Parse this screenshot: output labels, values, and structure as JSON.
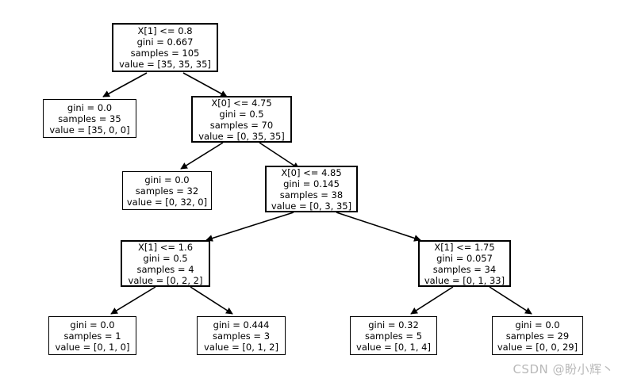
{
  "figure": {
    "type": "decision-tree",
    "title": "",
    "background": "#ffffff",
    "node_border_color": "#000000",
    "edge_color": "#000000"
  },
  "watermark": {
    "text": "CSDN @盼小辉丶",
    "color": "#b9b9b9"
  },
  "chart_data": {
    "type": "tree",
    "criterion": "gini",
    "n_classes": 3,
    "root_samples": 105,
    "nodes": [
      {
        "id": "n0",
        "kind": "internal",
        "depth": 0,
        "condition": "X[1] <= 0.8",
        "gini": "gini = 0.667",
        "samples": "samples = 105",
        "value": "value = [35, 35, 35]",
        "gini_num": 0.667,
        "samples_num": 105,
        "value_num": [
          35,
          35,
          35
        ],
        "children": [
          "n1",
          "n2"
        ]
      },
      {
        "id": "n1",
        "kind": "leaf",
        "depth": 1,
        "condition": "",
        "gini": "gini = 0.0",
        "samples": "samples = 35",
        "value": "value = [35, 0, 0]",
        "gini_num": 0.0,
        "samples_num": 35,
        "value_num": [
          35,
          0,
          0
        ],
        "children": []
      },
      {
        "id": "n2",
        "kind": "internal",
        "depth": 1,
        "condition": "X[0] <= 4.75",
        "gini": "gini = 0.5",
        "samples": "samples = 70",
        "value": "value = [0, 35, 35]",
        "gini_num": 0.5,
        "samples_num": 70,
        "value_num": [
          0,
          35,
          35
        ],
        "children": [
          "n3",
          "n4"
        ]
      },
      {
        "id": "n3",
        "kind": "leaf",
        "depth": 2,
        "condition": "",
        "gini": "gini = 0.0",
        "samples": "samples = 32",
        "value": "value = [0, 32, 0]",
        "gini_num": 0.0,
        "samples_num": 32,
        "value_num": [
          0,
          32,
          0
        ],
        "children": []
      },
      {
        "id": "n4",
        "kind": "internal",
        "depth": 2,
        "condition": "X[0] <= 4.85",
        "gini": "gini = 0.145",
        "samples": "samples = 38",
        "value": "value = [0, 3, 35]",
        "gini_num": 0.145,
        "samples_num": 38,
        "value_num": [
          0,
          3,
          35
        ],
        "children": [
          "n5",
          "n6"
        ]
      },
      {
        "id": "n5",
        "kind": "internal",
        "depth": 3,
        "condition": "X[1] <= 1.6",
        "gini": "gini = 0.5",
        "samples": "samples = 4",
        "value": "value = [0, 2, 2]",
        "gini_num": 0.5,
        "samples_num": 4,
        "value_num": [
          0,
          2,
          2
        ],
        "children": [
          "n7",
          "n8"
        ]
      },
      {
        "id": "n6",
        "kind": "internal",
        "depth": 3,
        "condition": "X[1] <= 1.75",
        "gini": "gini = 0.057",
        "samples": "samples = 34",
        "value": "value = [0, 1, 33]",
        "gini_num": 0.057,
        "samples_num": 34,
        "value_num": [
          0,
          1,
          33
        ],
        "children": [
          "n9",
          "n10"
        ]
      },
      {
        "id": "n7",
        "kind": "leaf",
        "depth": 4,
        "condition": "",
        "gini": "gini = 0.0",
        "samples": "samples = 1",
        "value": "value = [0, 1, 0]",
        "gini_num": 0.0,
        "samples_num": 1,
        "value_num": [
          0,
          1,
          0
        ],
        "children": []
      },
      {
        "id": "n8",
        "kind": "leaf",
        "depth": 4,
        "condition": "",
        "gini": "gini = 0.444",
        "samples": "samples = 3",
        "value": "value = [0, 1, 2]",
        "gini_num": 0.444,
        "samples_num": 3,
        "value_num": [
          0,
          1,
          2
        ],
        "children": []
      },
      {
        "id": "n9",
        "kind": "leaf",
        "depth": 4,
        "condition": "",
        "gini": "gini = 0.32",
        "samples": "samples = 5",
        "value": "value = [0, 1, 4]",
        "gini_num": 0.32,
        "samples_num": 5,
        "value_num": [
          0,
          1,
          4
        ],
        "children": []
      },
      {
        "id": "n10",
        "kind": "leaf",
        "depth": 4,
        "condition": "",
        "gini": "gini = 0.0",
        "samples": "samples = 29",
        "value": "value = [0, 0, 29]",
        "gini_num": 0.0,
        "samples_num": 29,
        "value_num": [
          0,
          0,
          29
        ],
        "children": []
      }
    ],
    "edges": [
      {
        "from": "n0",
        "to": "n1",
        "branch": "true"
      },
      {
        "from": "n0",
        "to": "n2",
        "branch": "false"
      },
      {
        "from": "n2",
        "to": "n3",
        "branch": "true"
      },
      {
        "from": "n2",
        "to": "n4",
        "branch": "false"
      },
      {
        "from": "n4",
        "to": "n5",
        "branch": "true"
      },
      {
        "from": "n4",
        "to": "n6",
        "branch": "false"
      },
      {
        "from": "n5",
        "to": "n7",
        "branch": "true"
      },
      {
        "from": "n5",
        "to": "n8",
        "branch": "false"
      },
      {
        "from": "n6",
        "to": "n9",
        "branch": "true"
      },
      {
        "from": "n6",
        "to": "n10",
        "branch": "false"
      }
    ]
  }
}
